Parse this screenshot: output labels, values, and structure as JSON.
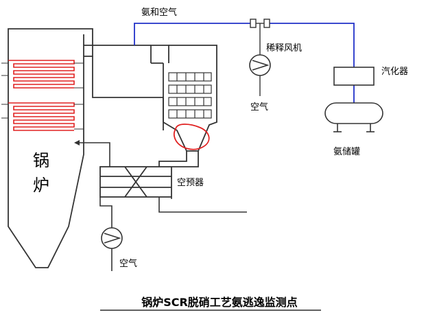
{
  "labels": {
    "ammonia_air": "氨和空气",
    "dilution_fan": "稀释风机",
    "vaporizer": "汽化器",
    "air_fan": "空气",
    "ammonia_tank": "氨储罐",
    "boiler_char1": "锅",
    "boiler_char2": "炉",
    "air_preheater": "空预器",
    "air_bottom": "空气"
  },
  "caption": "锅炉SCR脱硝工艺氨逃逸监测点",
  "colors": {
    "line": "#333333",
    "blue": "#2030c8",
    "red": "#e02020"
  }
}
